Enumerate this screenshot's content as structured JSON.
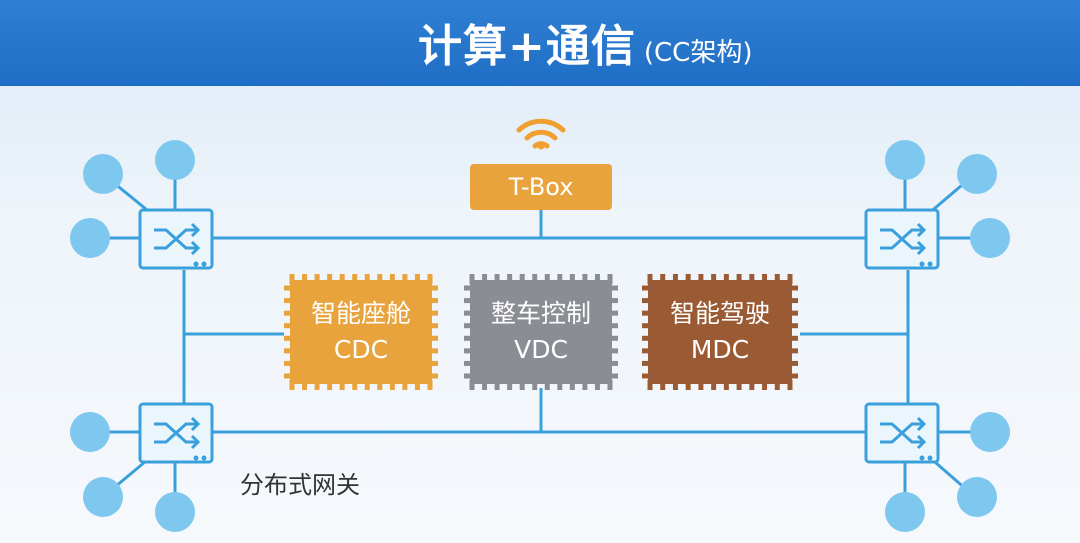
{
  "title": {
    "main": "计算+通信",
    "sub": "(CC架构)"
  },
  "tbox": {
    "label": "T-Box",
    "wifi_icon": "wifi-icon"
  },
  "domains": [
    {
      "name": "智能座舱",
      "code": "CDC",
      "color": "#e9a33c"
    },
    {
      "name": "整车控制",
      "code": "VDC",
      "color": "#8a8d93"
    },
    {
      "name": "智能驾驶",
      "code": "MDC",
      "color": "#9a5b34"
    }
  ],
  "gateway_caption": "分布式网关",
  "colors": {
    "header": "#1f6ec5",
    "line": "#3aa0dc",
    "node": "#7ec8ef",
    "switch_fill": "#eaf6fc",
    "tbox": "#e9a33c"
  }
}
